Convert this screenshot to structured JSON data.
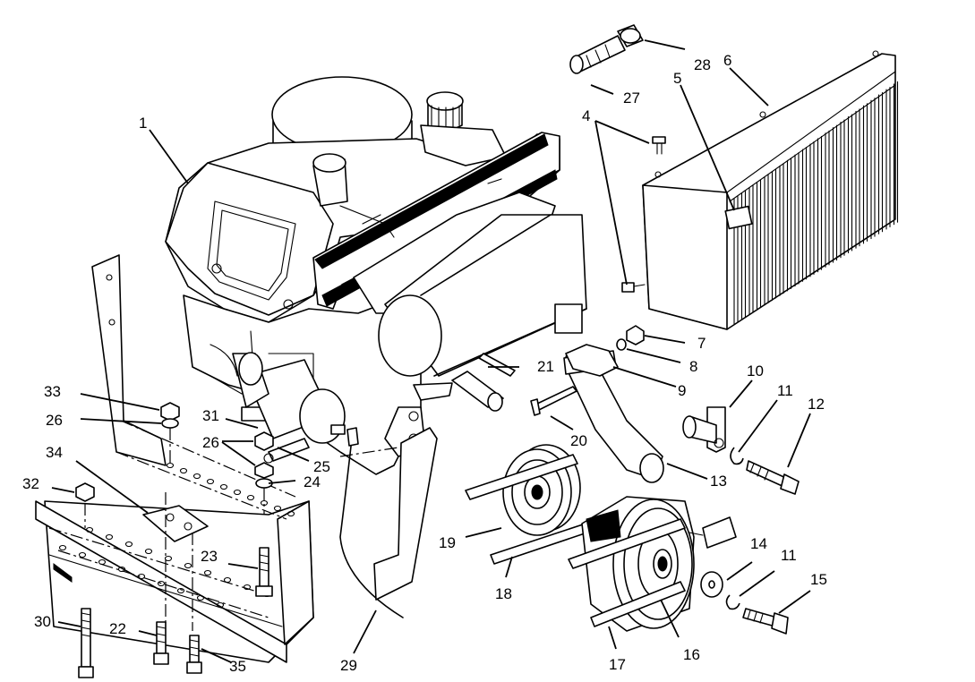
{
  "callouts": [
    {
      "id": "1",
      "label": "1"
    },
    {
      "id": "4",
      "label": "4"
    },
    {
      "id": "5",
      "label": "5"
    },
    {
      "id": "6",
      "label": "6"
    },
    {
      "id": "7",
      "label": "7"
    },
    {
      "id": "8",
      "label": "8"
    },
    {
      "id": "9",
      "label": "9"
    },
    {
      "id": "10",
      "label": "10"
    },
    {
      "id": "11a",
      "label": "11"
    },
    {
      "id": "11b",
      "label": "11"
    },
    {
      "id": "12",
      "label": "12"
    },
    {
      "id": "13",
      "label": "13"
    },
    {
      "id": "14",
      "label": "14"
    },
    {
      "id": "15",
      "label": "15"
    },
    {
      "id": "16",
      "label": "16"
    },
    {
      "id": "17",
      "label": "17"
    },
    {
      "id": "18",
      "label": "18"
    },
    {
      "id": "19",
      "label": "19"
    },
    {
      "id": "20",
      "label": "20"
    },
    {
      "id": "21",
      "label": "21"
    },
    {
      "id": "22",
      "label": "22"
    },
    {
      "id": "23",
      "label": "23"
    },
    {
      "id": "24",
      "label": "24"
    },
    {
      "id": "25",
      "label": "25"
    },
    {
      "id": "26a",
      "label": "26"
    },
    {
      "id": "26b",
      "label": "26"
    },
    {
      "id": "27",
      "label": "27"
    },
    {
      "id": "28",
      "label": "28"
    },
    {
      "id": "29",
      "label": "29"
    },
    {
      "id": "30",
      "label": "30"
    },
    {
      "id": "31",
      "label": "31"
    },
    {
      "id": "32",
      "label": "32"
    },
    {
      "id": "33",
      "label": "33"
    },
    {
      "id": "34",
      "label": "34"
    },
    {
      "id": "35",
      "label": "35"
    }
  ]
}
